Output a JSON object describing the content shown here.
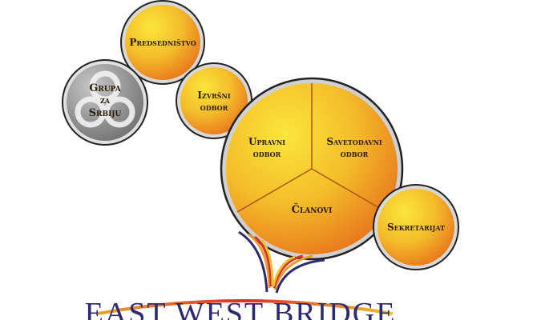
{
  "nodes": {
    "predsednistvo": "Predsedništvo",
    "grupa": [
      "Grupa",
      "za",
      "Srbiju"
    ],
    "izvrsni": [
      "Izvršni",
      "odbor"
    ],
    "upravni": [
      "Upravni",
      "odbor"
    ],
    "savetodavni": [
      "Savetodavni",
      "odbor"
    ],
    "clanovi": "Članovi",
    "sekretarijat": "Sekretarijat"
  },
  "logo": {
    "text": "EAST WEST BRIDGE"
  },
  "colors": {
    "orange_light": "#f8d92c",
    "orange_dark": "#e8751c",
    "ring": "#9a9a9a",
    "gray": "#8f8f8f",
    "text": "#2b1a08",
    "logo_navy": "#2d2a6e"
  }
}
